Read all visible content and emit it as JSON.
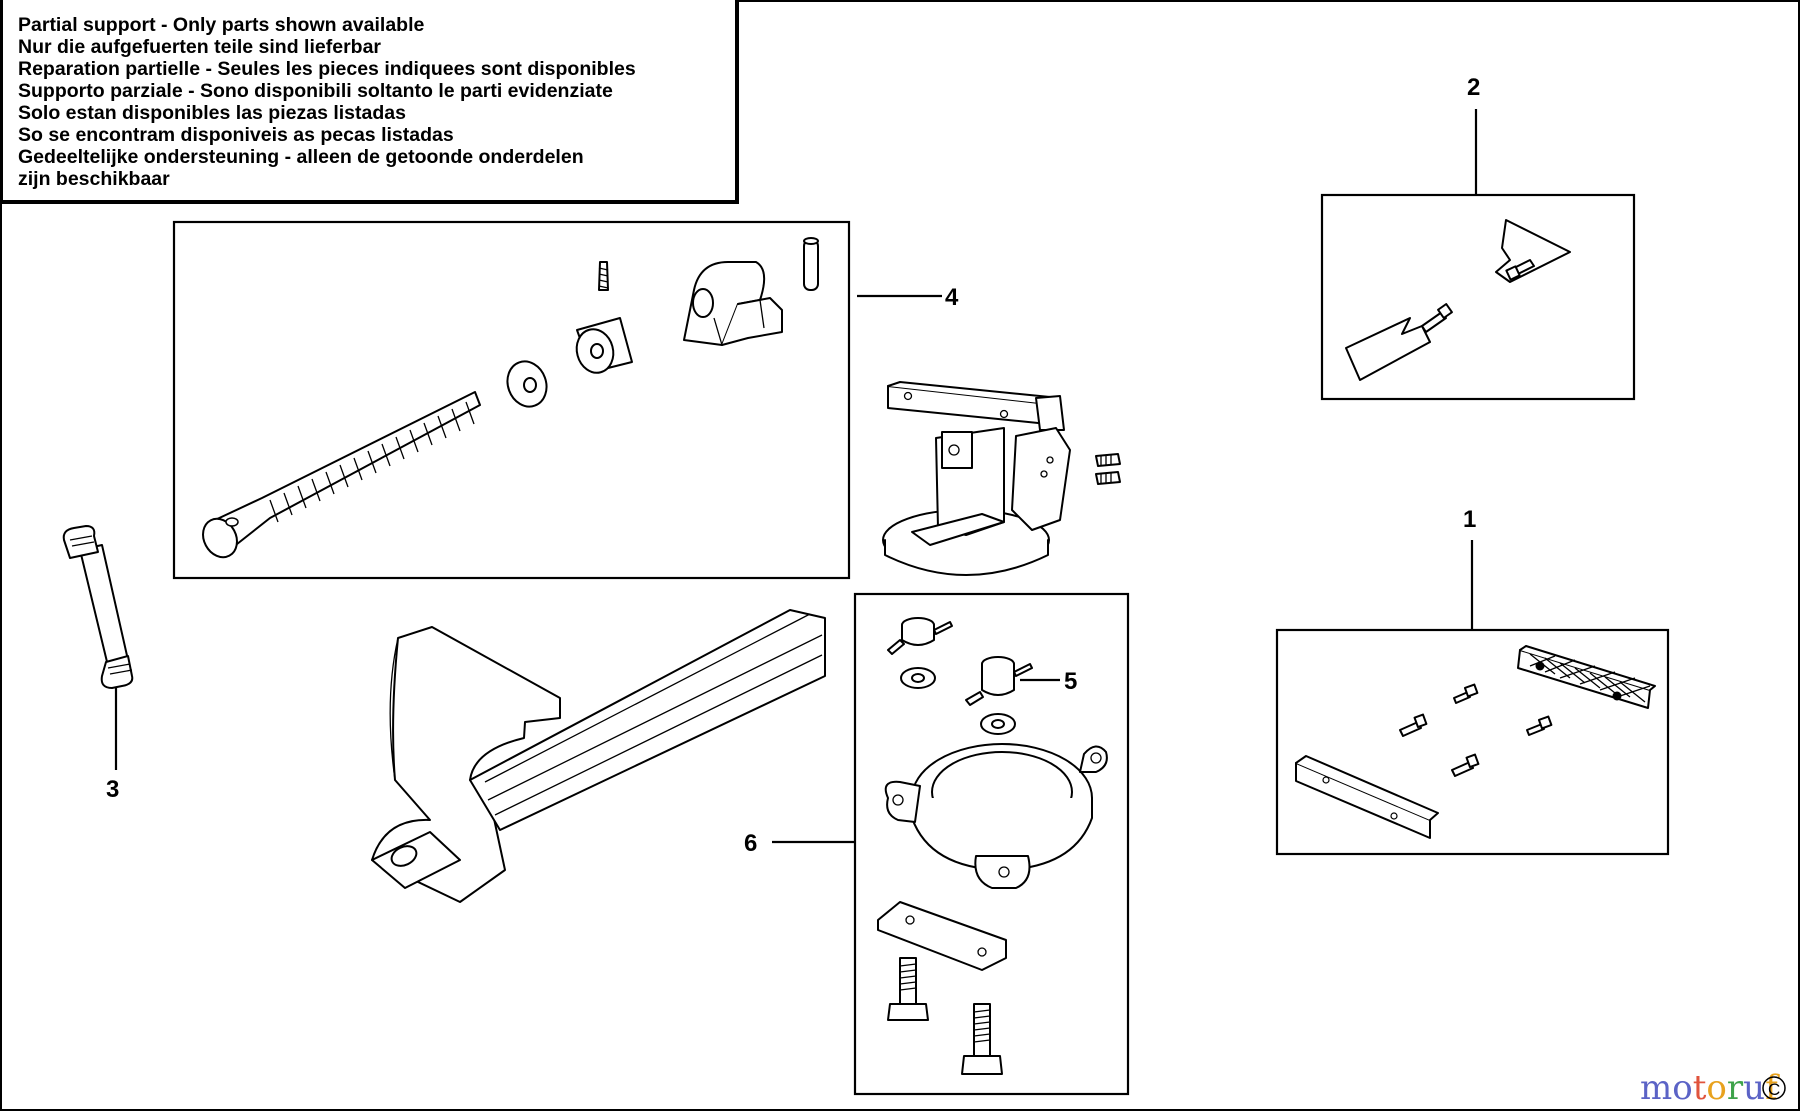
{
  "notice": {
    "lines": [
      "Partial support - Only parts shown available",
      "Nur die aufgefuerten teile sind lieferbar",
      "Reparation partielle - Seules les pieces indiquees sont disponibles",
      "Supporto parziale - Sono disponibili soltanto le parti evidenziate",
      "Solo estan disponibles las piezas listadas",
      "So se encontram disponiveis as pecas listadas",
      "Gedeeltelijke ondersteuning - alleen de getoonde onderdelen",
      "zijn beschikbaar"
    ]
  },
  "callouts": {
    "c1": "1",
    "c2": "2",
    "c3": "3",
    "c4": "4",
    "c5": "5",
    "c6": "6"
  },
  "watermark": {
    "letters": [
      "m",
      "o",
      "t",
      "o",
      "r",
      "u",
      "f"
    ],
    "colors": [
      "#5b63c6",
      "#5b63c6",
      "#e0543d",
      "#e8a21e",
      "#3ea34a",
      "#5b63c6",
      "#e8a21e"
    ],
    "suffix": "C"
  },
  "icons": [
    "vise-body-icon",
    "swivel-base-icon",
    "handle-icon",
    "spindle-icon",
    "jaw-plate-icon",
    "screw-icon"
  ]
}
